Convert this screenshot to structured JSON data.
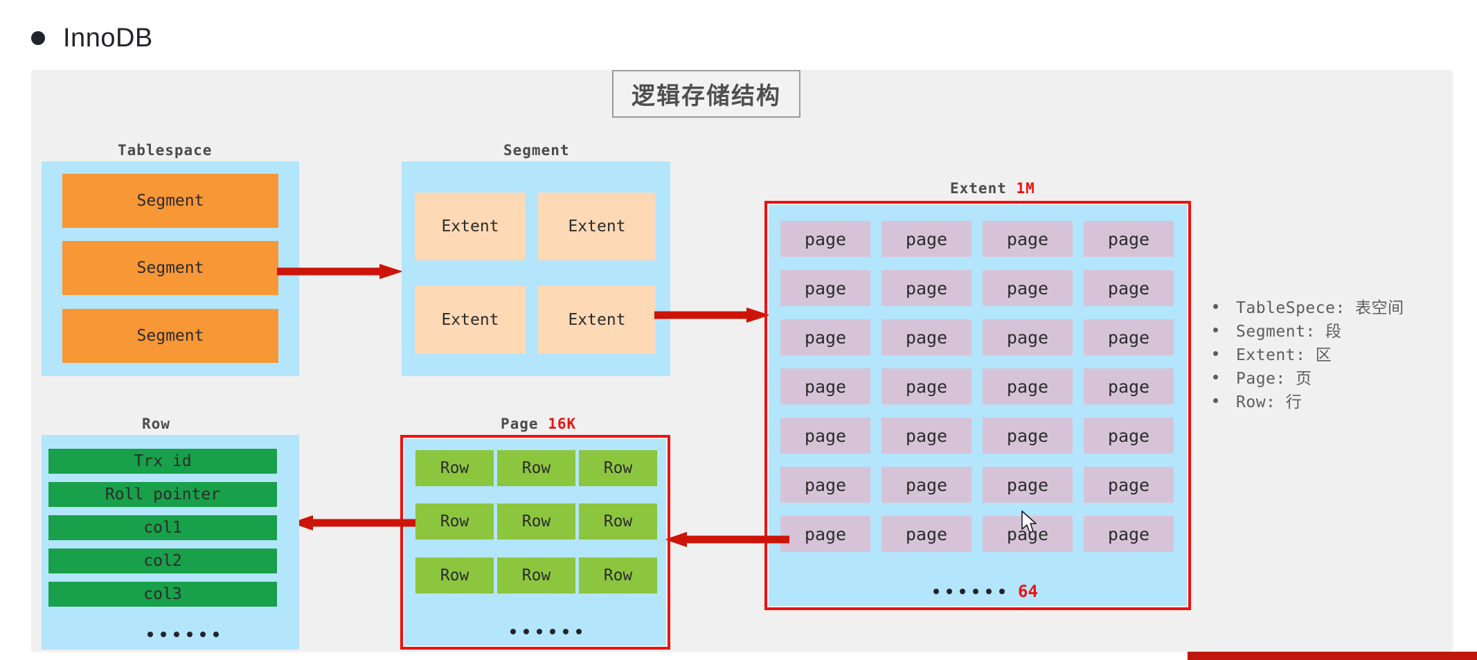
{
  "heading": {
    "bullet": "bullet-dot",
    "text": "InnoDB"
  },
  "diagram": {
    "title": "逻辑存储结构",
    "groups": {
      "tablespace": {
        "caption": "Tablespace",
        "items": [
          "Segment",
          "Segment",
          "Segment"
        ]
      },
      "segment": {
        "caption": "Segment",
        "items": [
          "Extent",
          "Extent",
          "Extent",
          "Extent"
        ]
      },
      "extent": {
        "caption": "Extent",
        "caption_accent": "1M",
        "items": [
          "page",
          "page",
          "page",
          "page",
          "page",
          "page",
          "page",
          "page",
          "page",
          "page",
          "page",
          "page",
          "page",
          "page",
          "page",
          "page",
          "page",
          "page",
          "page",
          "page",
          "page",
          "page",
          "page",
          "page",
          "page",
          "page",
          "page",
          "page"
        ],
        "columns": 4,
        "rows": 7,
        "ellipsis_count": "64"
      },
      "page": {
        "caption": "Page",
        "caption_accent": "16K",
        "items": [
          "Row",
          "Row",
          "Row",
          "Row",
          "Row",
          "Row",
          "Row",
          "Row",
          "Row"
        ],
        "columns": 3,
        "rows": 3,
        "ellipsis_dots": 6
      },
      "row": {
        "caption": "Row",
        "items": [
          "Trx id",
          "Roll pointer",
          "col1",
          "col2",
          "col3"
        ],
        "ellipsis_dots": 6
      }
    },
    "arrows": [
      {
        "name": "tablespace-to-segment",
        "direction": "right"
      },
      {
        "name": "segment-to-extent",
        "direction": "right"
      },
      {
        "name": "extent-to-page",
        "direction": "left"
      },
      {
        "name": "page-to-row",
        "direction": "left"
      }
    ]
  },
  "legend": {
    "items": [
      "TableSpece: 表空间",
      "Segment: 段",
      "Extent: 区",
      "Page: 页",
      "Row: 行"
    ]
  },
  "colors": {
    "panel_bg": "#f0f0f0",
    "container_blue": "#b3e5fc",
    "segment_orange": "#f79736",
    "extent_peach": "#fdd9b5",
    "page_mauve": "#d7c3d8",
    "row_green": "#8cc63e",
    "rowfield_green": "#18a04a",
    "accent_red": "#ee1111",
    "arrow_red": "#cc1409",
    "text_gray": "#5d5d5d"
  }
}
